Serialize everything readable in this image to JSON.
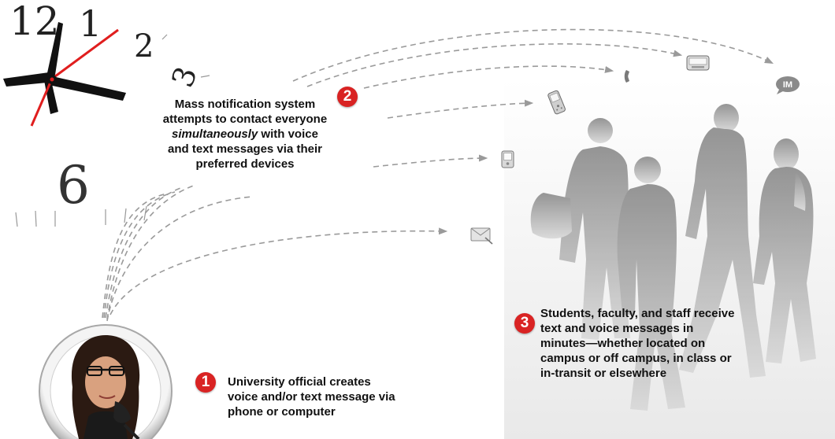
{
  "clock": {
    "numerals": [
      "12",
      "1",
      "2",
      "3",
      "6"
    ],
    "hand_color": "#e01e1e"
  },
  "steps": [
    {
      "number": "1",
      "lines": [
        "University official creates",
        "voice and/or text message via",
        "phone or computer"
      ]
    },
    {
      "number": "2",
      "line1": "Mass notification system",
      "line2": "attempts to contact everyone",
      "line3_italic": "simultaneously",
      "line3_rest": " with voice",
      "line4": "and text messages via their",
      "line5": "preferred devices"
    },
    {
      "number": "3",
      "lines": [
        "Students, faculty, and staff receive",
        "text and voice messages in",
        "minutes—whether located on",
        "campus or off campus, in class or",
        "in-transit or elsewhere"
      ]
    }
  ],
  "devices": [
    {
      "name": "email-icon"
    },
    {
      "name": "pda-icon"
    },
    {
      "name": "cell-phone-icon"
    },
    {
      "name": "phone-handset-icon"
    },
    {
      "name": "pager-icon"
    },
    {
      "name": "instant-message-icon",
      "text": "IM"
    }
  ],
  "colors": {
    "badge": "#d92323",
    "arrow": "#9a9a9a",
    "text": "#111111"
  }
}
